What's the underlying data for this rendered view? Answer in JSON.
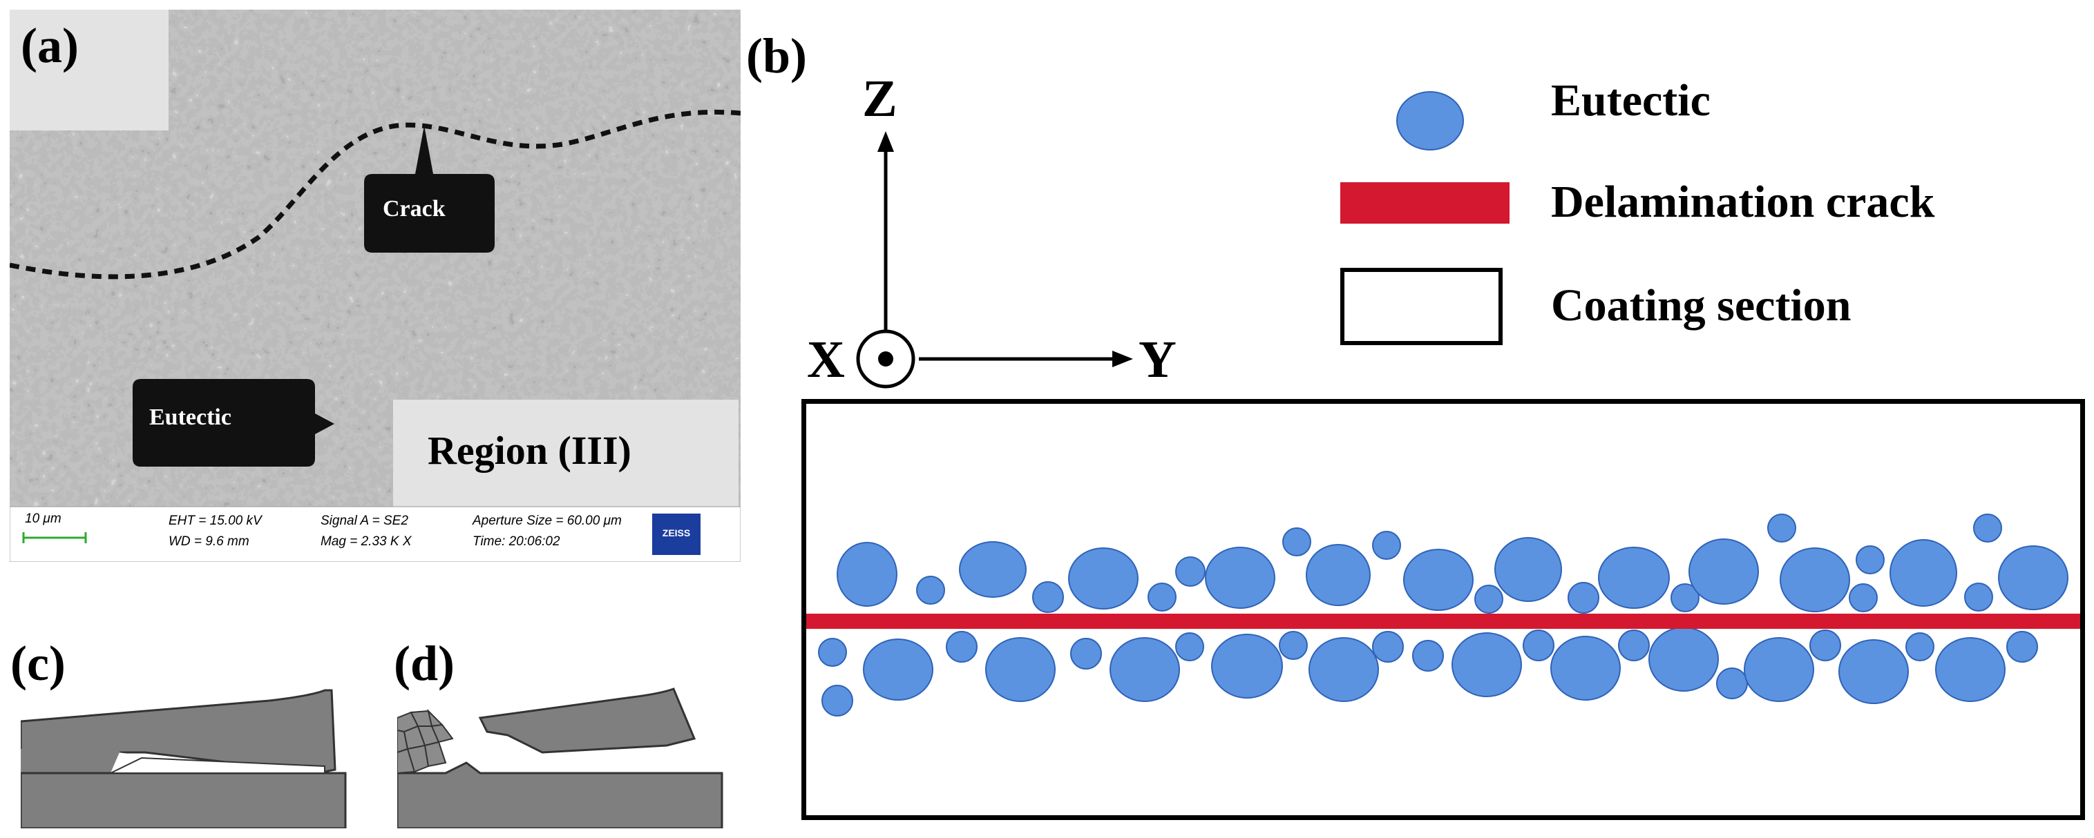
{
  "labels": {
    "a": "(a)",
    "b": "(b)",
    "c": "(c)",
    "d": "(d)"
  },
  "sem": {
    "crack_label": "Crack",
    "eutectic_label": "Eutectic",
    "region_label": "Region (III)",
    "scale_bar": "10 μm",
    "eht": "EHT = 15.00 kV",
    "wd": "WD = 9.6 mm",
    "signal": "Signal A = SE2",
    "mag": "Mag =   2.33 K X",
    "aperture": "Aperture Size = 60.00 μm",
    "time": "Time: 20:06:02",
    "logo": "ZEISS"
  },
  "axes": {
    "z": "Z",
    "x": "X",
    "y": "Y"
  },
  "legend": {
    "eutectic": "Eutectic",
    "crack": "Delamination crack",
    "section": "Coating section"
  },
  "colors": {
    "eutectic_fill": "#5b93e0",
    "eutectic_stroke": "#2f63b8",
    "crack": "#d4182f",
    "sem_bg": "#8a8a8a",
    "schematic_gray": "#7f7f7f"
  }
}
